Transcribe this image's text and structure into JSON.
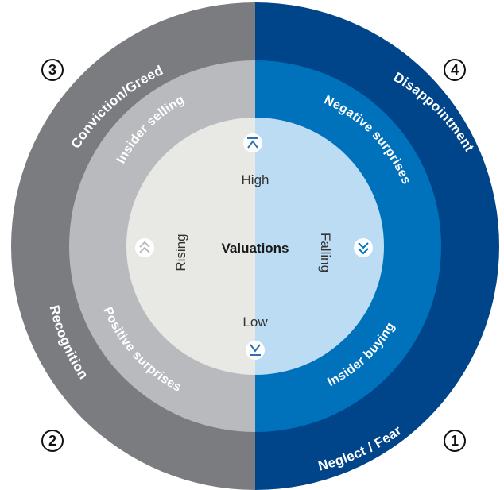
{
  "title": "",
  "center": {
    "label": "Valuations",
    "high": "High",
    "low": "Low",
    "rising": "Rising",
    "falling": "Falling"
  },
  "outer_ring": {
    "conviction": "Conviction/Greed",
    "disappointment": "Disappointment",
    "recognition": "Recognition",
    "neglect": "Neglect / Fear"
  },
  "middle_ring": {
    "insider_selling": "Insider selling",
    "negative_surprises": "Negative surprises",
    "positive_surprises": "Positive surprises",
    "insider_buying": "Insider buying"
  },
  "quadrants": {
    "q1": "1",
    "q2": "2",
    "q3": "3",
    "q4": "4"
  },
  "icons": {
    "high": "arrow-to-top-icon",
    "low": "arrow-to-bottom-icon",
    "rising": "double-chevron-up-icon",
    "falling": "double-chevron-down-icon"
  },
  "colors": {
    "outer_left": "#7a7c80",
    "outer_right": "#00458a",
    "middle_left": "#b8babe",
    "middle_right": "#0072bc",
    "inner_left": "#e8e8e4",
    "inner_right": "#bcdcf4"
  }
}
